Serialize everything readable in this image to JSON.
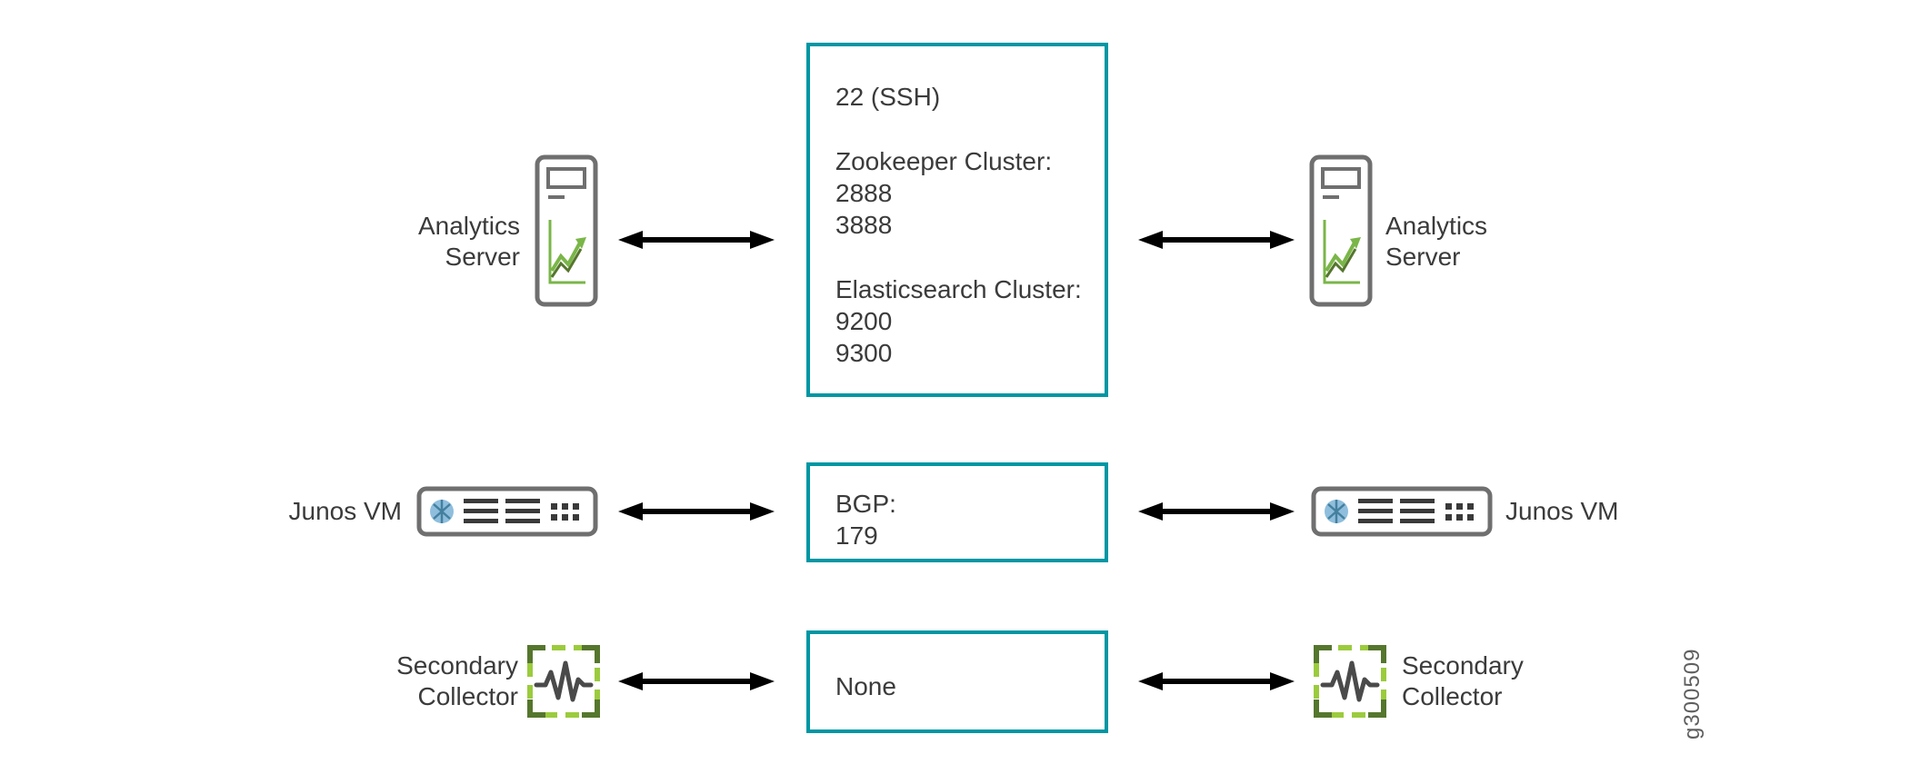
{
  "colors": {
    "teal": "#0096A3",
    "arrow": "#000000",
    "icon-gray": "#6F6F6F",
    "green": "#7AB648",
    "dark-green": "#55762D",
    "blue": "#8FBEDD",
    "text": "#3B3B3B"
  },
  "watermark": "g300509",
  "rows": [
    {
      "left_label": "Analytics Server",
      "right_label": "Analytics Server"
    },
    {
      "left_label": "Junos VM",
      "right_label": "Junos VM"
    },
    {
      "left_label": "Secondary Collector",
      "right_label": "Secondary Collector"
    }
  ],
  "boxes": {
    "top": {
      "lines": [
        "22 (SSH)",
        "Zookeeper Cluster:",
        "2888",
        "3888",
        "Elasticsearch Cluster:",
        "9200",
        "9300"
      ]
    },
    "middle": {
      "lines": [
        "BGP:",
        "179"
      ]
    },
    "bottom": {
      "lines": [
        "None"
      ]
    }
  }
}
